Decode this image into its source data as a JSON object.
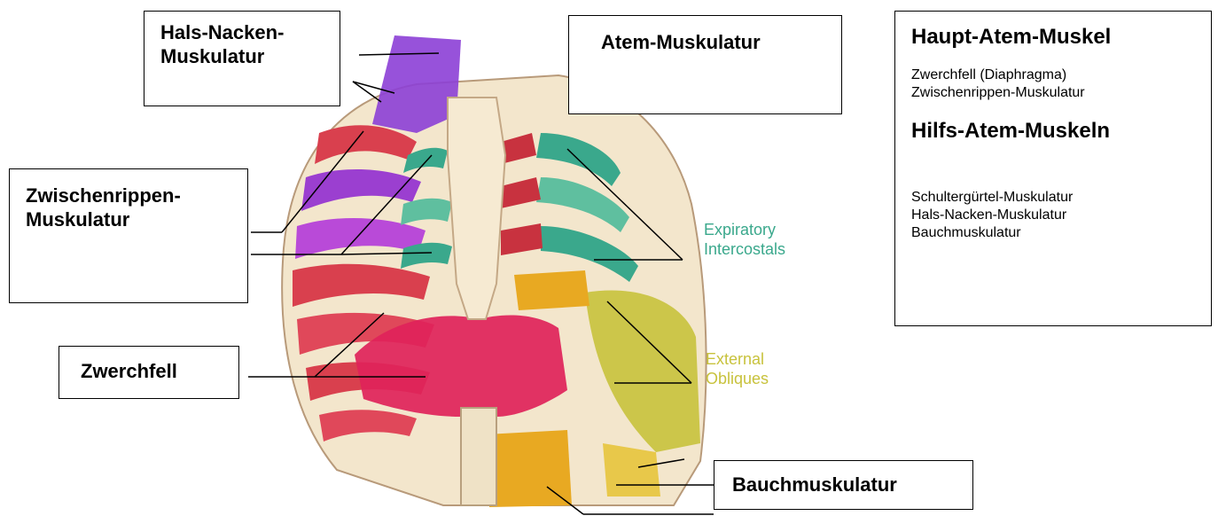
{
  "labels": {
    "hals_nacken": "Hals-Nacken-\nMuskulatur",
    "atem_muskulatur": "Atem-Muskulatur",
    "zwischenrippen": "Zwischenrippen-\nMuskulatur",
    "zwerchfell": "Zwerchfell",
    "bauchmuskulatur": "Bauchmuskulatur"
  },
  "figure_labels": {
    "expiratory": "Expiratory\nIntercostals",
    "external_obliques": "External\nObliques"
  },
  "info_box": {
    "heading_main": "Haupt-Atem-Muskel",
    "main_items": [
      "Zwerchfell (Diaphragma)",
      "Zwischenrippen-Muskulatur"
    ],
    "heading_aux": "Hilfs-Atem-Muskeln",
    "aux_items": [
      "Schultergürtel-Muskulatur",
      "Hals-Nacken-Muskulatur",
      "Bauchmuskulatur"
    ]
  },
  "colors": {
    "muscle_red": "#d9404e",
    "purple": "#8c3fd6",
    "teal": "#3aa88c",
    "yellow_green": "#c8c23c",
    "orange": "#e8a922",
    "bone": "#f3e6cc",
    "pink_magenta": "#e0235a"
  }
}
